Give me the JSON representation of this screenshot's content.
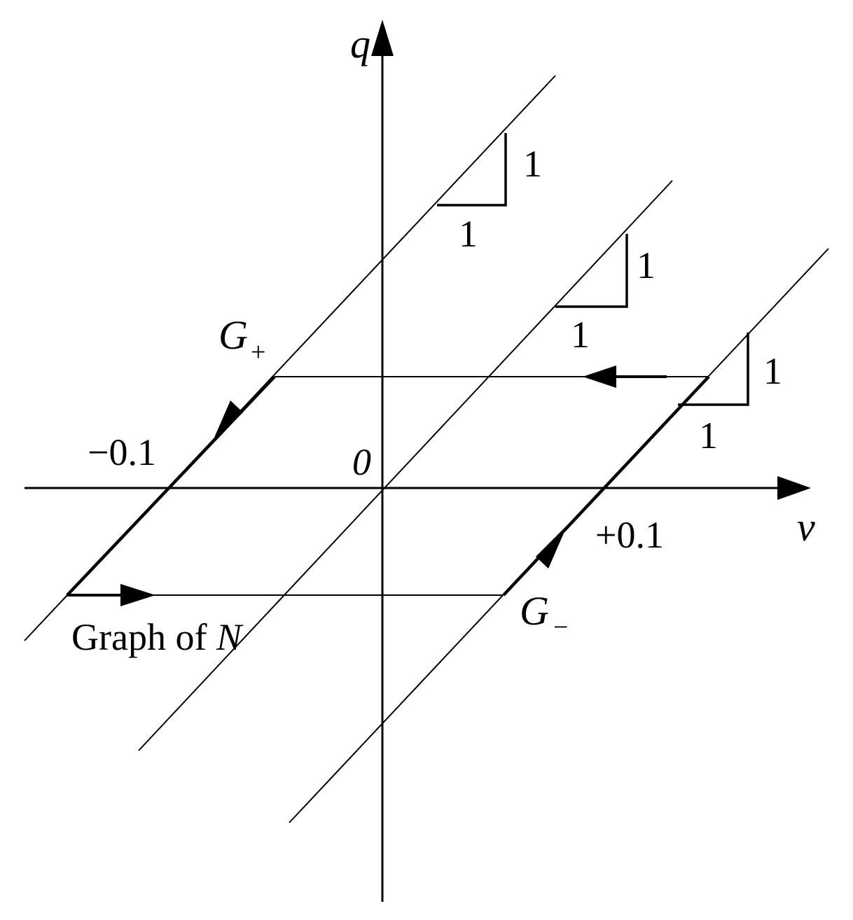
{
  "axes": {
    "x_label": "v",
    "y_label": "q",
    "origin_label": "0"
  },
  "ticks": {
    "neg": "−0.1",
    "pos": "+0.1"
  },
  "slope_labels": {
    "rise": "1",
    "run": "1"
  },
  "branches": {
    "g_plus": {
      "letter": "G",
      "sub": "+"
    },
    "g_minus": {
      "letter": "G",
      "sub": "−"
    }
  },
  "caption": {
    "text": "Graph of ",
    "symbol": "N"
  }
}
